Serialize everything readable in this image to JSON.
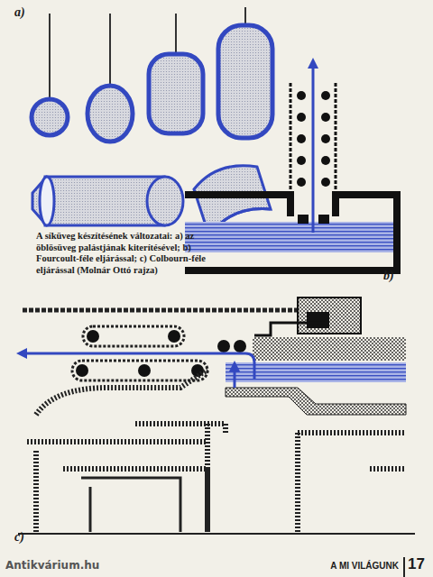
{
  "diagram": {
    "caption": "A síküveg készítésének változatai: a) az öblösüveg palástjának kiterítésével; b) Fourcoult-féle eljárással; c) Colbourn-féle eljárással (Molnár Ottó rajza)",
    "labels": [
      "a)",
      "b)",
      "c)",
      "A MI VILÁGUNK",
      "17",
      "Antikvárium.hu"
    ]
  }
}
